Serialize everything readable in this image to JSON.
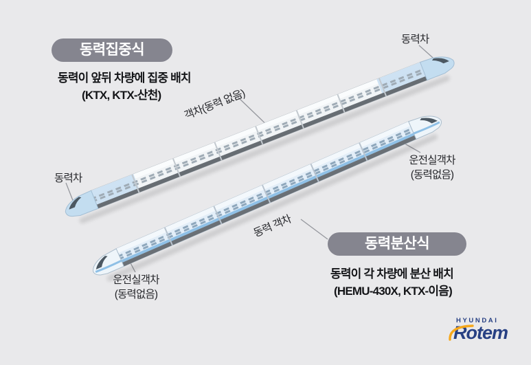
{
  "top": {
    "badge": "동력집중식",
    "desc1": "동력이 앞뒤 차량에 집중 배치",
    "desc2": "(KTX, KTX-산천)",
    "label_front": "동력차",
    "label_rear": "동력차",
    "label_coaches": "객차(동력 없음)"
  },
  "bottom": {
    "badge": "동력분산식",
    "desc1": "동력이 각 차량에 분산 배치",
    "desc2": "(HEMU-430X, KTX-이음)",
    "cab_front": {
      "line1": "운전실객차",
      "line2": "(동력없음)"
    },
    "cab_rear": {
      "line1": "운전실객차",
      "line2": "(동력없음)"
    },
    "label_coaches": "동력 객차"
  },
  "logo": {
    "brand": "HYUNDAI",
    "name": "Rotem"
  },
  "colors": {
    "background": "#e9e9eb",
    "badge_bg": "#85858f",
    "text": "#1f2125",
    "train_blue": "#c3ddf0",
    "train_body": "#f1f4f6",
    "stripe_blue": "#8fc0e6",
    "logo_blue": "#274083",
    "logo_orange": "#f6a81c"
  }
}
